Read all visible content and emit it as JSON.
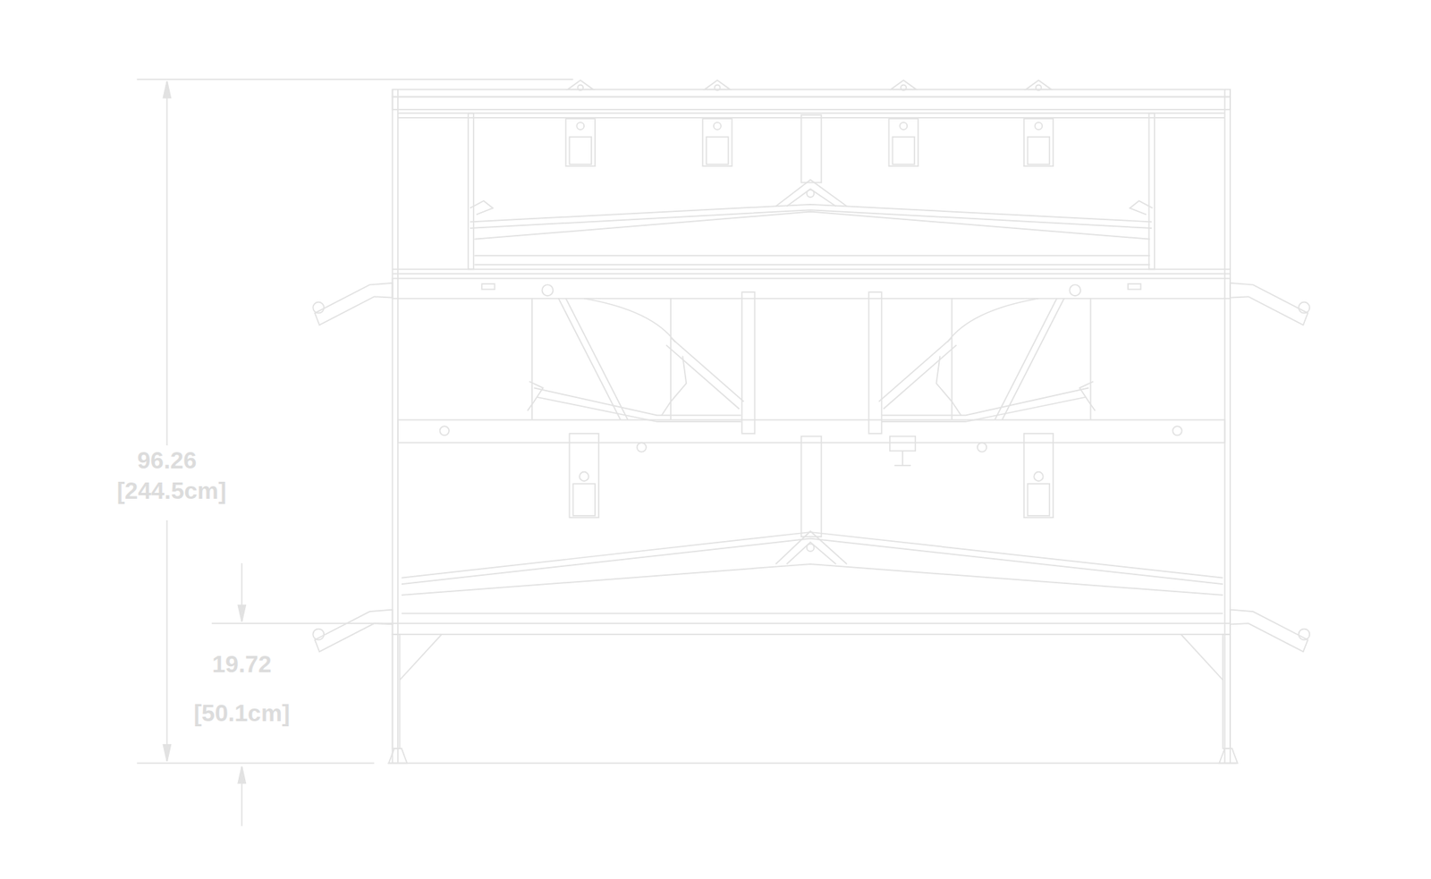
{
  "diagram": {
    "labels": [
      "96.26",
      "[244.5cm]",
      "19.72",
      "[50.1cm]"
    ]
  }
}
